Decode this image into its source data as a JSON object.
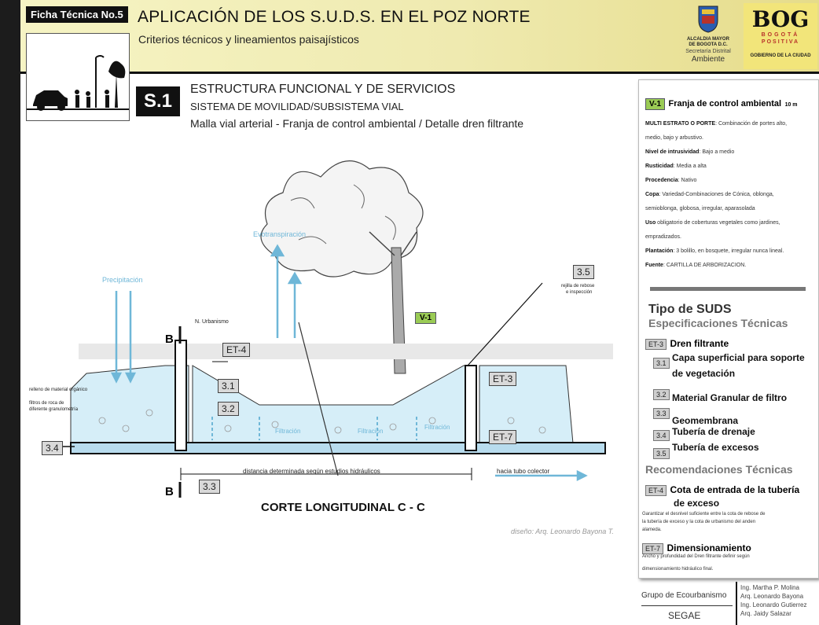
{
  "header": {
    "ficha": "Ficha Técnica No.5",
    "title": "APLICACIÓN DE LOS S.U.D.S. EN EL POZ NORTE",
    "subtitle": "Criterios técnicos y lineamientos paisajísticos",
    "logo_left": {
      "line1": "ALCALDIA MAYOR",
      "line2": "DE BOGOTA D.C.",
      "line3": "Secretaría Distrital",
      "line4": "Ambiente"
    },
    "logo_right": {
      "brand": "BOG",
      "line1": "BOGOTÁ",
      "line2": "POSITIVA",
      "line3": "GOBIERNO DE LA CIUDAD"
    }
  },
  "section": {
    "code": "S.1",
    "title": "ESTRUCTURA FUNCIONAL Y DE SERVICIOS",
    "subtitle": "SISTEMA DE MOVILIDAD/SUBSISTEMA VIAL",
    "detail": "Malla vial arterial - Franja de control ambiental / Detalle dren filtrante"
  },
  "diagram": {
    "evotranspiracion": "Evotranspiración",
    "precipitacion": "Precipitación",
    "n_urbanismo": "N. Urbanismo",
    "relleno": "relleno de material orgánico",
    "filtros": "filtros de roca de",
    "filtros2": "diferente granulometría",
    "filtracion1": "Filtración",
    "filtracion2": "Filtración",
    "filtracion3": "Filtración",
    "rejilla": "rejilla de rebose",
    "rejilla2": "e inspección",
    "distancia": "distancia determinada según estudios hidráulicos",
    "hacia": "hacia tubo colector",
    "corte": "CORTE LONGITUDINAL C - C",
    "autor": "diseño: Arq. Leonardo Bayona T.",
    "b_top": "B",
    "b_bottom": "B",
    "labels": {
      "et4": "ET-4",
      "et3": "ET-3",
      "et7": "ET-7",
      "l31": "3.1",
      "l32": "3.2",
      "l33": "3.3",
      "l34": "3.4",
      "l35": "3.5",
      "v1": "V-1"
    }
  },
  "panel": {
    "v1_tag": "V-1",
    "v1_title": "Franja de control ambiental",
    "v1_size": "10 m",
    "multi_label": "MULTI ESTRATO O PORTE",
    "multi_text": ": Combinación de portes alto,",
    "multi_text2": "medio, bajo y arbustivo.",
    "nivel_label": "Nivel de intrusividad",
    "nivel_text": ": Bajo a medio",
    "rusticidad_label": "Rusticidad",
    "rusticidad_text": ": Media a alta",
    "procedencia_label": "Procedencia",
    "procedencia_text": ": Nativo",
    "copa_label": "Copa",
    "copa_text": ": Variedad-Combinaciones de Cónica, oblonga,",
    "copa_text2": "semioblonga, globosa, irregular, aparasolada",
    "uso_label": "Uso",
    "uso_text": " obligatorio  de coberturas vegetales como jardines,",
    "uso_text2": "empradizados.",
    "plantacion_label": "Plantación",
    "plantacion_text": ": 3 bolillo, en bosquete, irregular nunca lineal.",
    "fuente_label": "Fuente",
    "fuente_text": ": CARTILLA DE ARBORIZACION.",
    "tipo": "Tipo de SUDS",
    "espec": "Especificaciones Técnicas",
    "et3_tag": "ET-3",
    "et3_text": "Dren filtrante",
    "items": [
      {
        "tag": "3.1",
        "text": "Capa superficial para soporte",
        "text2": "de vegetación"
      },
      {
        "tag": "3.2",
        "text": "Material Granular de filtro"
      },
      {
        "tag": "3.3",
        "text": "Geomembrana"
      },
      {
        "tag": "3.4",
        "text": "Tubería de drenaje"
      },
      {
        "tag": "3.5",
        "text": "Tubería de excesos"
      }
    ],
    "recom": "Recomendaciones Técnicas",
    "et4_tag": "ET-4",
    "et4_text": "Cota de entrada de la tubería",
    "et4_text2": "de exceso",
    "et4_desc": "Garantizar el desnivel suficiente entre la cota de rebose de",
    "et4_desc2": "la tubería de exceso y la cota de urbanismo del anden",
    "et4_desc3": "alameda.",
    "et7_tag": "ET-7",
    "et7_text": "Dimensionamiento",
    "et7_desc": "Ancho y profundidad del Dren filtrante definir según",
    "et7_desc2": "dimensionamiento hidráulico final."
  },
  "footer": {
    "grupo": "Grupo de Ecourbanismo",
    "segae": "SEGAE",
    "names": [
      "Ing. Martha P. Molina",
      "Arq. Leonardo Bayona",
      "Ing. Leonardo Gutierrez",
      "Arq. Jaidy Salazar"
    ]
  }
}
